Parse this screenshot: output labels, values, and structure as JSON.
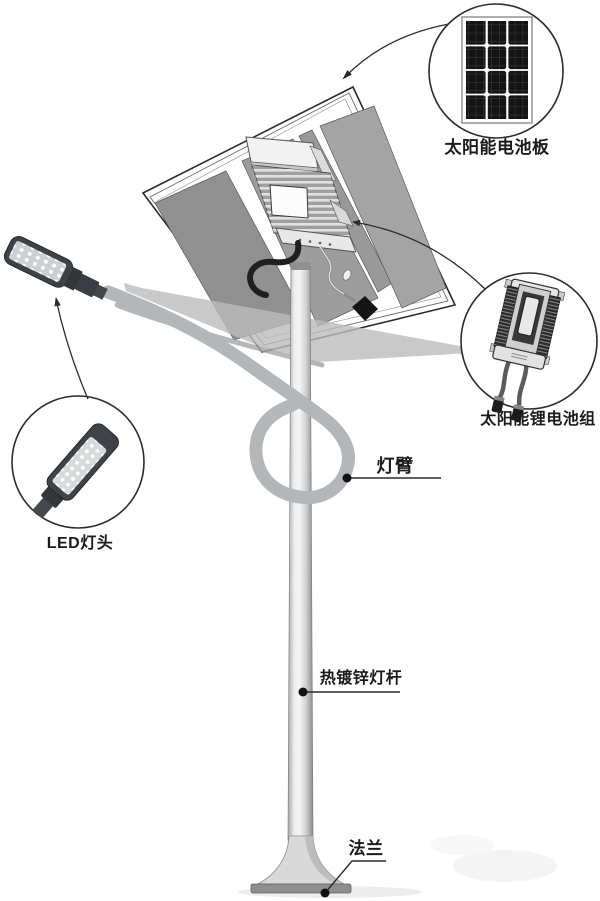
{
  "callouts": [
    {
      "id": "solar-panel",
      "label": "太阳能电池板"
    },
    {
      "id": "lithium-battery",
      "label": "太阳能锂电池组"
    },
    {
      "id": "led-lamp-head",
      "label": "LED灯头"
    }
  ],
  "part_labels": [
    {
      "id": "lamp-arm",
      "label": "灯臂"
    },
    {
      "id": "galvanized-pole",
      "label": "热镀锌灯杆"
    },
    {
      "id": "flange",
      "label": "法兰"
    }
  ],
  "colors": {
    "outline": "#2c2c2c",
    "panel_strip": "#9b9b9b",
    "arm": "#b4b7b9",
    "lamp_body": "#3f4347",
    "pole_highlight": "#f6f6f6",
    "pole_shadow": "#8c8c8c"
  }
}
